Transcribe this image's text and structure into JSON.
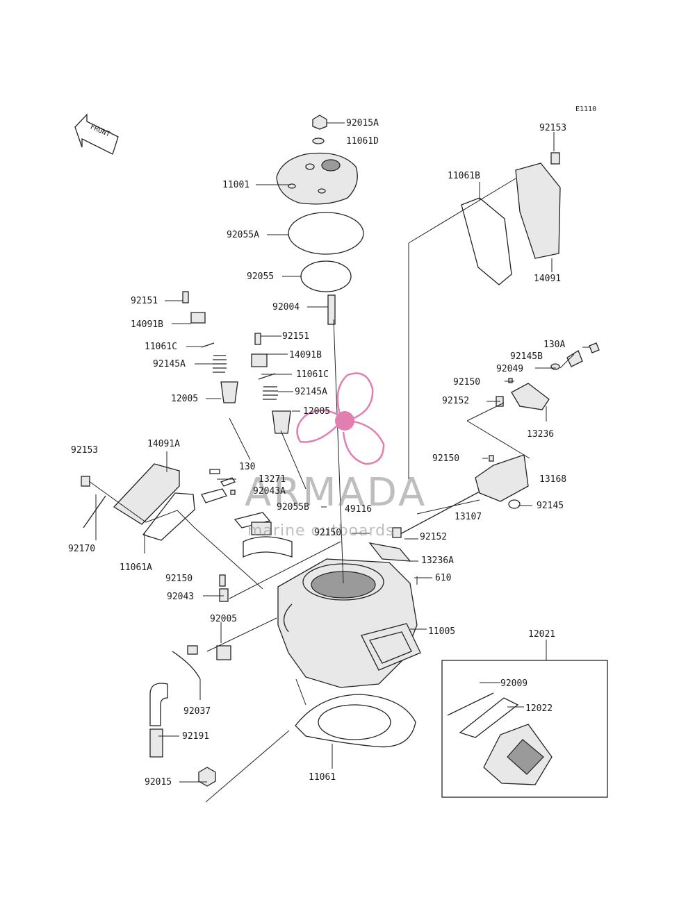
{
  "diagram_code": "E1110",
  "front_marker": "FRONT",
  "watermark": {
    "brand": "ARMADA",
    "tagline": "marine outboards",
    "logo_color": "#e07fb0"
  },
  "labels": {
    "p92015A": "92015A",
    "p11061D": "11061D",
    "p11001": "11001",
    "p92055A": "92055A",
    "p92055": "92055",
    "p92004": "92004",
    "p92151a": "92151",
    "p14091Ba": "14091B",
    "p11061Ca": "11061C",
    "p92145Aa": "92145A",
    "p12005a": "12005",
    "p92151b": "92151",
    "p14091Bb": "14091B",
    "p11061Cb": "11061C",
    "p92145Ab": "92145A",
    "p12005b": "12005",
    "p92153a": "92153",
    "p14091A": "14091A",
    "p130": "130",
    "p13271": "13271",
    "p92043A": "92043A",
    "p92055B": "92055B",
    "p49116": "49116",
    "p92170": "92170",
    "p11061A": "11061A",
    "p92150a": "92150",
    "p92043": "92043",
    "p92005": "92005",
    "p92037": "92037",
    "p92191": "92191",
    "p92015": "92015",
    "p11061": "11061",
    "p11005": "11005",
    "p92150b": "92150",
    "p92152a": "92152",
    "p13236A": "13236A",
    "p610": "610",
    "p13107": "13107",
    "p92145": "92145",
    "p13168": "13168",
    "p92150c": "92150",
    "p92152b": "92152",
    "p13236": "13236",
    "p92049": "92049",
    "p92145B": "92145B",
    "p130A": "130A",
    "p92150d": "92150",
    "p92153b": "92153",
    "p11061B": "11061B",
    "p14091": "14091",
    "p12021": "12021",
    "p92009": "92009",
    "p12022": "12022"
  }
}
